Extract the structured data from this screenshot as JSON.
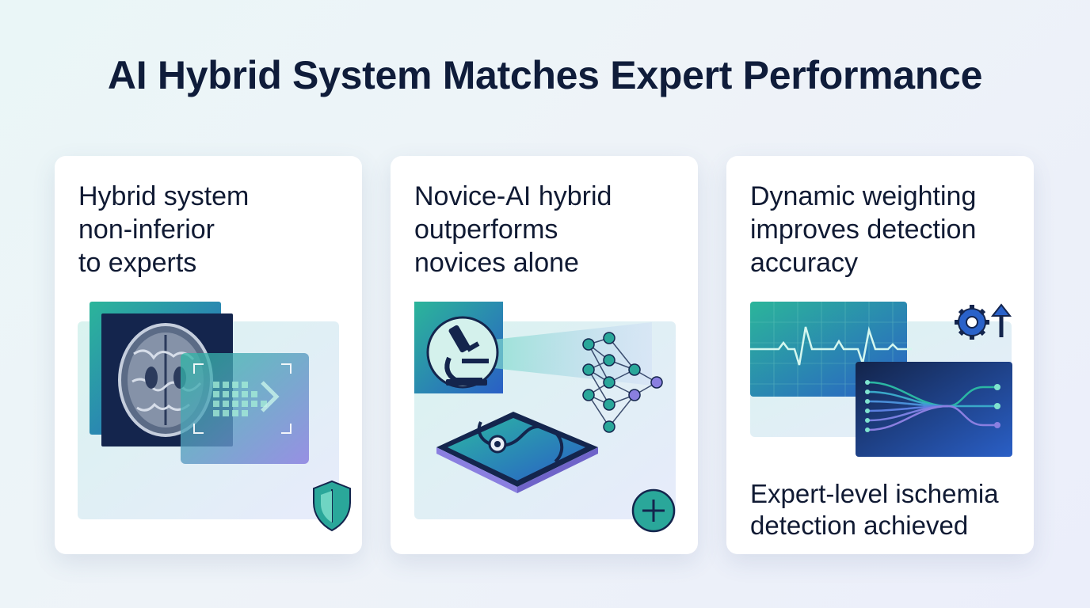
{
  "page": {
    "title": "AI Hybrid System Matches Expert Performance"
  },
  "cards": [
    {
      "heading": "Hybrid system\nnon-inferior\nto experts",
      "icons": [
        "brain-scan-icon",
        "ai-grid-overlay-icon",
        "shield-icon"
      ]
    },
    {
      "heading": "Novice-AI hybrid\noutperforms\nnovices alone",
      "icons": [
        "microscope-icon",
        "neural-network-icon",
        "tablet-stethoscope-icon",
        "plus-icon"
      ]
    },
    {
      "heading": "Dynamic weighting\nimproves detection\naccuracy",
      "footer": "Expert-level ischemia\ndetection achieved",
      "icons": [
        "ecg-waveform-icon",
        "gear-icon",
        "arrow-up-icon",
        "data-flow-icon"
      ]
    }
  ],
  "colors": {
    "title": "#0f1c3a",
    "accent_teal": "#2bb7a3",
    "accent_blue": "#2a62c9",
    "accent_purple": "#8a7fe0",
    "navy": "#13244a"
  }
}
